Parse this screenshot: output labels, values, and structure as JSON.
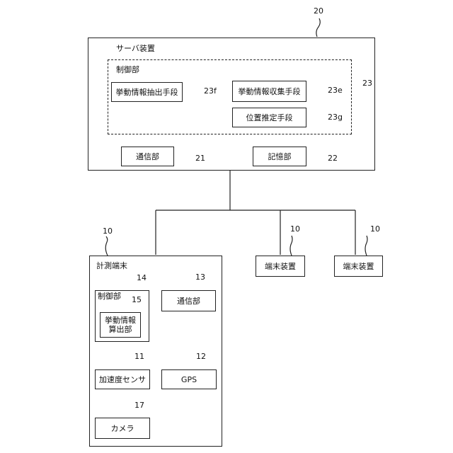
{
  "server": {
    "ref": "20",
    "title": "サーバ装置",
    "control": {
      "ref": "23",
      "title": "制御部",
      "extract": {
        "label": "挙動情報抽出手段",
        "ref": "23f"
      },
      "collect": {
        "label": "挙動情報収集手段",
        "ref": "23e"
      },
      "locate": {
        "label": "位置推定手段",
        "ref": "23g"
      }
    },
    "comm": {
      "label": "通信部",
      "ref": "21"
    },
    "storage": {
      "label": "記憶部",
      "ref": "22"
    }
  },
  "measure": {
    "ref": "10",
    "title": "計測端末",
    "control": {
      "ref": "14",
      "title": "制御部",
      "calc": {
        "ref": "15",
        "line1": "挙動情報",
        "line2": "算出部"
      }
    },
    "comm": {
      "label": "通信部",
      "ref": "13"
    },
    "accel": {
      "label": "加速度センサ",
      "ref": "11"
    },
    "gps": {
      "label": "GPS",
      "ref": "12"
    },
    "camera": {
      "label": "カメラ",
      "ref": "17"
    }
  },
  "terminals": [
    {
      "label": "端末装置",
      "ref": "10"
    },
    {
      "label": "端末装置",
      "ref": "10"
    }
  ]
}
